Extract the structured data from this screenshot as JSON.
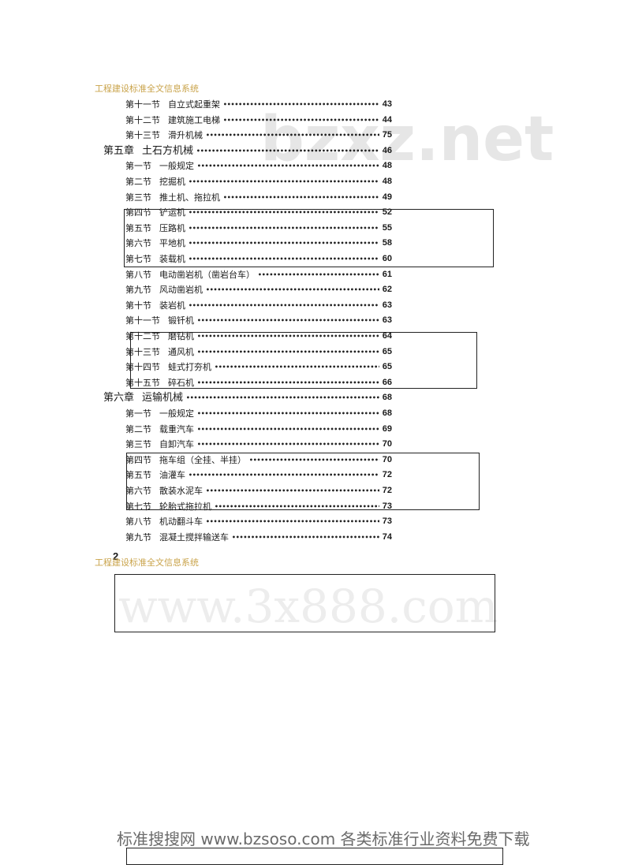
{
  "header": {
    "text": "工程建设标准全文信息系统"
  },
  "toc": [
    {
      "label": "第十一节",
      "title": "自立式起重架",
      "page": "43",
      "chapter": false
    },
    {
      "label": "第十二节",
      "title": "建筑施工电梯",
      "page": "44",
      "chapter": false
    },
    {
      "label": "第十三节",
      "title": "滑升机械",
      "page": "75",
      "chapter": false
    },
    {
      "label": "第五章",
      "title": "土石方机械",
      "page": "46",
      "chapter": true
    },
    {
      "label": "第一节",
      "title": "一般规定",
      "page": "48",
      "chapter": false
    },
    {
      "label": "第二节",
      "title": "挖掘机",
      "page": "48",
      "chapter": false
    },
    {
      "label": "第三节",
      "title": "推土机、拖拉机",
      "page": "49",
      "chapter": false
    },
    {
      "label": "第四节",
      "title": "铲运机",
      "page": "52",
      "chapter": false
    },
    {
      "label": "第五节",
      "title": "压路机",
      "page": "55",
      "chapter": false
    },
    {
      "label": "第六节",
      "title": "平地机",
      "page": "58",
      "chapter": false
    },
    {
      "label": "第七节",
      "title": "装载机",
      "page": "60",
      "chapter": false
    },
    {
      "label": "第八节",
      "title": "电动凿岩机（凿岩台车）",
      "page": "61",
      "chapter": false
    },
    {
      "label": "第九节",
      "title": "风动凿岩机",
      "page": "62",
      "chapter": false
    },
    {
      "label": "第十节",
      "title": "装岩机",
      "page": "63",
      "chapter": false
    },
    {
      "label": "第十一节",
      "title": "锻钎机",
      "page": "63",
      "chapter": false
    },
    {
      "label": "第十二节",
      "title": "磨钻机",
      "page": "64",
      "chapter": false
    },
    {
      "label": "第十三节",
      "title": "通风机",
      "page": "65",
      "chapter": false
    },
    {
      "label": "第十四节",
      "title": "蛙式打夯机",
      "page": "65",
      "chapter": false
    },
    {
      "label": "第十五节",
      "title": "碎石机",
      "page": "66",
      "chapter": false
    },
    {
      "label": "第六章",
      "title": "运输机械",
      "page": "68",
      "chapter": true
    },
    {
      "label": "第一节",
      "title": "一般规定",
      "page": "68",
      "chapter": false
    },
    {
      "label": "第二节",
      "title": "载重汽车",
      "page": "69",
      "chapter": false
    },
    {
      "label": "第三节",
      "title": "自卸汽车",
      "page": "70",
      "chapter": false
    },
    {
      "label": "第四节",
      "title": "拖车组（全挂、半挂）",
      "page": "70",
      "chapter": false
    },
    {
      "label": "第五节",
      "title": "油灌车",
      "page": "72",
      "chapter": false
    },
    {
      "label": "第六节",
      "title": "散装水泥车",
      "page": "72",
      "chapter": false
    },
    {
      "label": "第七节",
      "title": "轮胎式拖拉机",
      "page": "73",
      "chapter": false
    },
    {
      "label": "第八节",
      "title": "机动翻斗车",
      "page": "73",
      "chapter": false
    },
    {
      "label": "第九节",
      "title": "混凝土搅拌输送车",
      "page": "74",
      "chapter": false
    }
  ],
  "page_number": "2",
  "footer_header": {
    "text": "工程建设标准全文信息系统"
  },
  "watermarks": {
    "wm1": "bzxz.net",
    "wm2": "www.3x888.com"
  },
  "footer": {
    "text": "标准搜搜网 www.bzsoso.com 各类标准行业资料免费下载"
  }
}
